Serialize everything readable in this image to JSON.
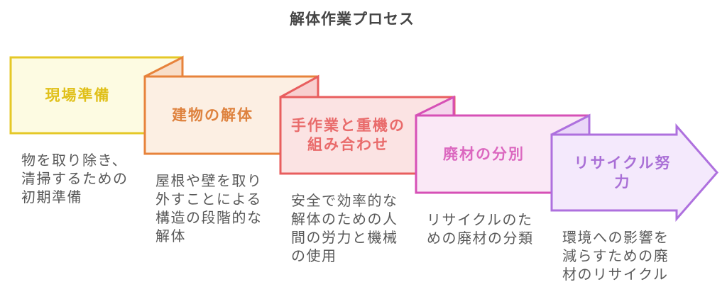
{
  "title": "解体作業プロセス",
  "title_color": "#454545",
  "desc_text_color": "#595959",
  "background_color": "#ffffff",
  "steps": [
    {
      "label": "現場準備",
      "desc": "物を取り除き、\n清掃するための\n初期準備",
      "border_color": "#E5C827",
      "fill_color": "#FDFBE2",
      "fold_color": "#F6EFC0",
      "label_color": "#E0C01A"
    },
    {
      "label": "建物の解体",
      "desc": "屋根や壁を取り\n外すことによる\n構造の段階的な\n解体",
      "border_color": "#E7833B",
      "fill_color": "#FCEFE3",
      "fold_color": "#F8DEC8",
      "label_color": "#DE823E"
    },
    {
      "label": "手作業と重機の\n組み合わせ",
      "desc": "安全で効率的な\n解体のための人\n間の労力と機械\nの使用",
      "border_color": "#E85E5E",
      "fill_color": "#FBE3E3",
      "fold_color": "#F8CFCF",
      "label_color": "#E96B6B"
    },
    {
      "label": "廃材の分別",
      "desc": "リサイクルのた\nめの廃材の分類",
      "border_color": "#D650B6",
      "fill_color": "#FAE8F6",
      "fold_color": "#F5D5EC",
      "label_color": "#DB67BF"
    },
    {
      "label": "リサイクル努力",
      "desc": "環境への影響を\n減らすための廃\n材のリサイクル",
      "border_color": "#AE70DE",
      "fill_color": "#F4E9FC",
      "fold_color": "#EAD7F8",
      "label_color": "#A96FD6"
    }
  ]
}
